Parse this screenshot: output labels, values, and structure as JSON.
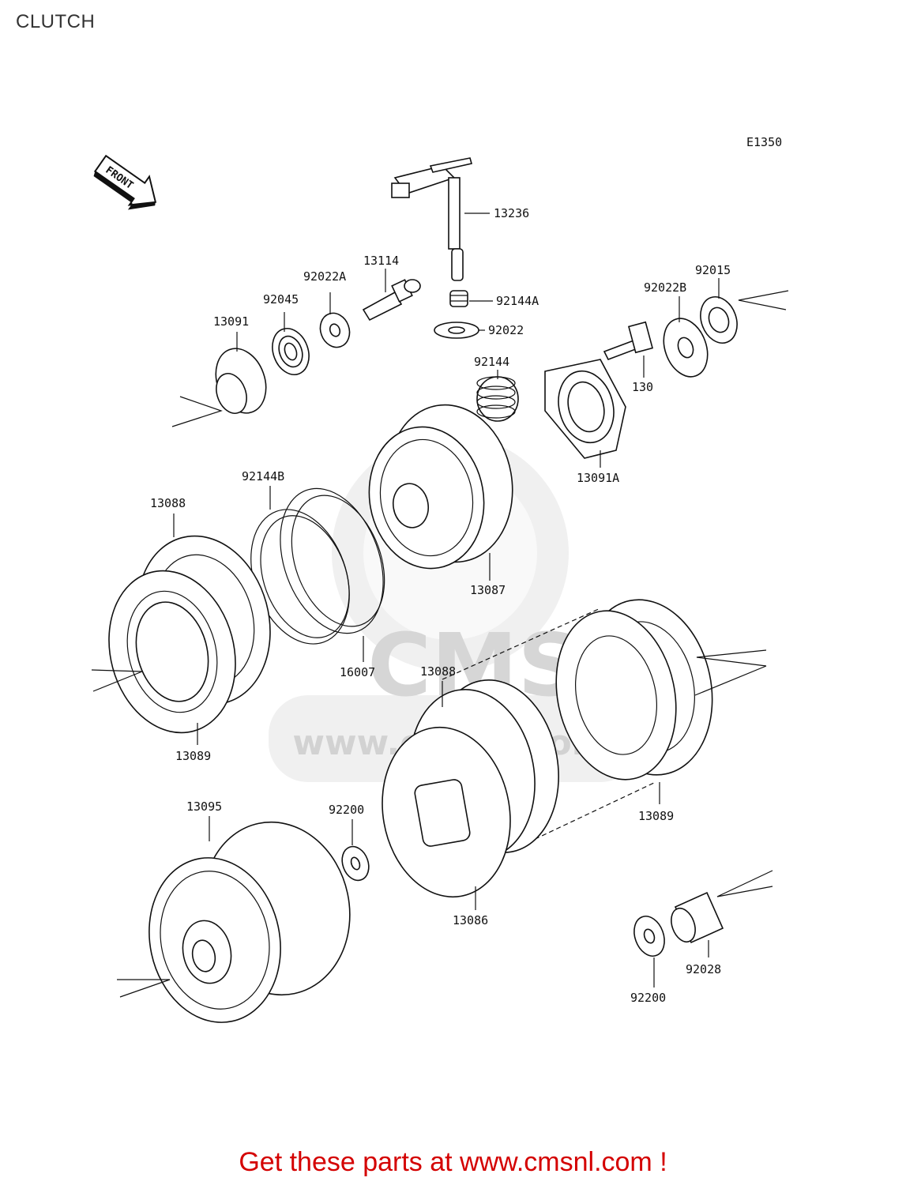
{
  "title": "CLUTCH",
  "diagram_code": "E1350",
  "front_label": "FRONT",
  "watermark": {
    "brand": "CMS",
    "url": "www.cmsnl.com"
  },
  "footer": "Get these parts at www.cmsnl.com !",
  "colors": {
    "footer": "#d40000",
    "ink": "#111111",
    "watermark": "#e3e3e3"
  },
  "parts": [
    {
      "id": "p1",
      "number": "13236"
    },
    {
      "id": "p2",
      "number": "13114"
    },
    {
      "id": "p3",
      "number": "92144A"
    },
    {
      "id": "p4",
      "number": "92022"
    },
    {
      "id": "p5",
      "number": "92022A"
    },
    {
      "id": "p6",
      "number": "92045"
    },
    {
      "id": "p7",
      "number": "13091"
    },
    {
      "id": "p8",
      "number": "92144"
    },
    {
      "id": "p9",
      "number": "92022B"
    },
    {
      "id": "p10",
      "number": "92015"
    },
    {
      "id": "p11",
      "number": "130"
    },
    {
      "id": "p12",
      "number": "13091A"
    },
    {
      "id": "p13",
      "number": "92144B"
    },
    {
      "id": "p14",
      "number": "13088"
    },
    {
      "id": "p15",
      "number": "13087"
    },
    {
      "id": "p16",
      "number": "16007"
    },
    {
      "id": "p17",
      "number": "13089"
    },
    {
      "id": "p18",
      "number": "13088"
    },
    {
      "id": "p19",
      "number": "13089"
    },
    {
      "id": "p20",
      "number": "13095"
    },
    {
      "id": "p21",
      "number": "92200"
    },
    {
      "id": "p22",
      "number": "13086"
    },
    {
      "id": "p23",
      "number": "92028"
    },
    {
      "id": "p24",
      "number": "92200"
    }
  ]
}
